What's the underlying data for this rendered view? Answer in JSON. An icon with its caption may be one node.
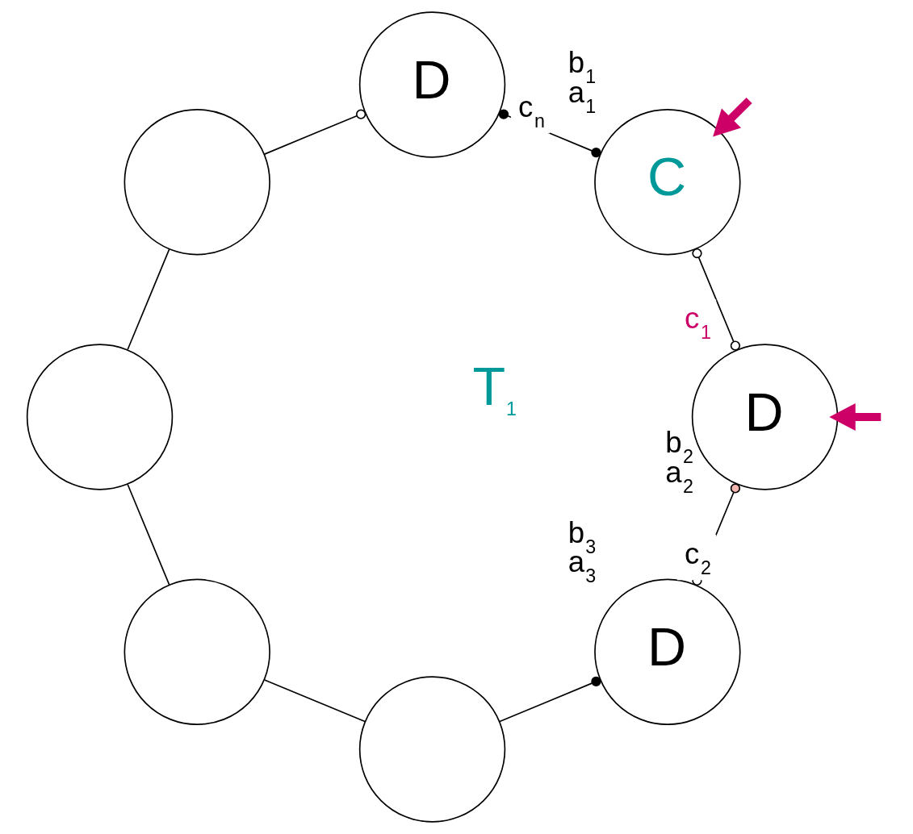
{
  "diagram": {
    "nodes": [
      {
        "text": [
          "D"
        ]
      },
      {
        "text": [],
        "shape": "circle"
      },
      {
        "text": [
          "C"
        ],
        "beside": [
          "b$_{1}$",
          "a$_{1}$"
        ]
      },
      {
        "text": [],
        "shape": "circle"
      },
      {
        "text": [
          "D"
        ],
        "beside": [
          "b$_{2}$",
          "a$_{2}$"
        ]
      },
      {
        "text": [],
        "shape": "circle"
      },
      {
        "text": [
          "D"
        ],
        "beside": [
          "b$_{3}$",
          "a$_{3}$"
        ]
      },
      {
        "text": [],
        "shape": "circle"
      }
    ],
    "edges": [
      {
        "from": 0,
        "to": 2,
        "arrow": "other",
        "label": "c$_{n}$"
      },
      {
        "from": 2,
        "to": 4,
        "arrow": "other",
        "label": "c$_{1}$"
      },
      {
        "from": 4,
        "to": 6,
        "arrow": "other",
        "label": "c$_{2}$"
      },
      {
        "from": 6,
        "to": 7,
        "arrow": "other"
      },
      {
        "from": 7,
        "to": 5,
        "arrow": "none"
      },
      {
        "from": 5,
        "to": 3,
        "arrow": "none"
      },
      {
        "from": 3,
        "to": 1,
        "arrow": "none"
      },
      {
        "from": 1,
        "to": 0,
        "arrow": "other"
      },
      {
        "from": null,
        "to": 2,
        "arrow": "to",
        "style": "thick",
        "color": "#cc0066"
      },
      {
        "from": null,
        "to": 4,
        "arrow": "to",
        "style": "thick",
        "color": "#cc0066"
      }
    ],
    "labels": [
      "T$_{1}$"
    ]
  }
}
